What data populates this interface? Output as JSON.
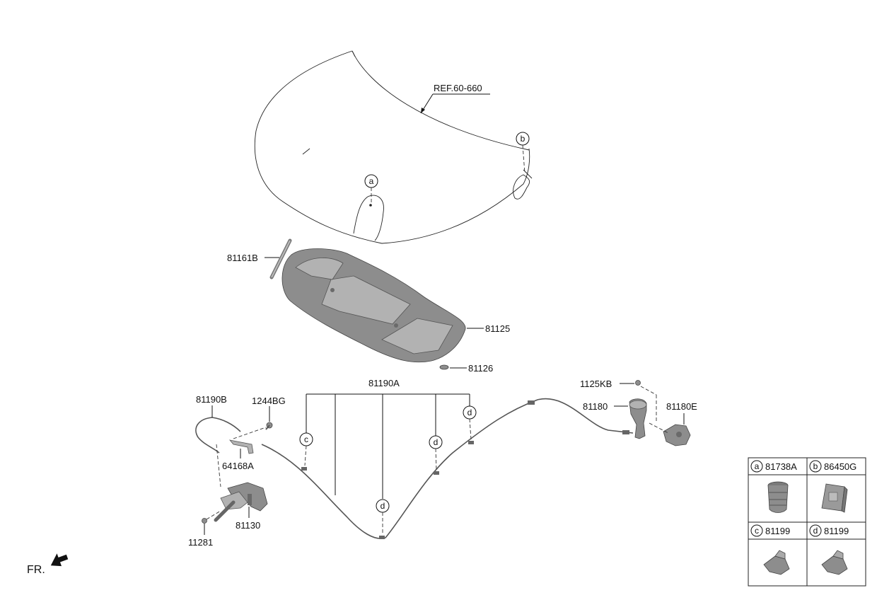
{
  "labels": {
    "ref": "REF.60-660",
    "p81161B": "81161B",
    "p81125": "81125",
    "p81126": "81126",
    "p81190A": "81190A",
    "p81190B": "81190B",
    "p1244BG": "1244BG",
    "p64168A": "64168A",
    "p81130": "81130",
    "p11281": "11281",
    "p1125KB": "1125KB",
    "p81180": "81180",
    "p81180E": "81180E",
    "fr": "FR."
  },
  "callouts": {
    "a": "a",
    "b": "b",
    "c": "c",
    "d": "d"
  },
  "legend": {
    "cells": [
      {
        "letter": "a",
        "part": "81738A"
      },
      {
        "letter": "b",
        "part": "86450G"
      },
      {
        "letter": "c",
        "part": "81199"
      },
      {
        "letter": "d",
        "part": "81199"
      }
    ]
  },
  "colors": {
    "part_dark": "#8d8d8d",
    "part_light": "#b2b2b2",
    "line": "#222222"
  }
}
